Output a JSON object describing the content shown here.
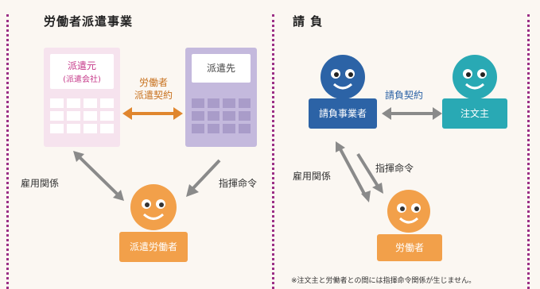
{
  "left": {
    "title": "労働者派遣事業",
    "dispatch_origin_line1": "派遣元",
    "dispatch_origin_line2": "(派遣会社)",
    "dispatch_dest": "派遣先",
    "contract_line1": "労働者",
    "contract_line2": "派遣契約",
    "employment": "雇用関係",
    "command": "指揮命令",
    "worker": "派遣労働者"
  },
  "right": {
    "title": "請 負",
    "contractor": "請負事業者",
    "contract": "請負契約",
    "client": "注文主",
    "employment": "雇用関係",
    "command": "指揮命令",
    "worker": "労働者",
    "footnote": "※注文主と労働者との間には指揮命令関係が生じません。"
  },
  "colors": {
    "border": "#9b2f86",
    "orange": "#f2a04a",
    "blue": "#2c63a6",
    "teal": "#29a9b4",
    "pink_bldg": "#f6e3ee",
    "purple_bldg": "#c4b9dd",
    "arrow_orange": "#e0862e",
    "arrow_gray": "#8a8a8a"
  },
  "icons": [
    "person-smiley-icon",
    "building-icon",
    "double-arrow-icon"
  ]
}
